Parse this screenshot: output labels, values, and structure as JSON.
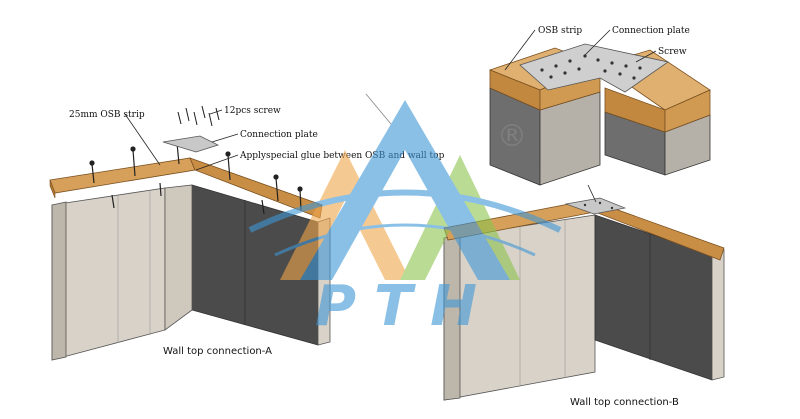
{
  "labels": {
    "osb_strip_a": "25mm OSB strip",
    "screw_a": "12pcs screw",
    "connection_plate_a": "Connection plate",
    "glue_note": "Applyspecial glue between OSB and wall top",
    "caption_a": "Wall top connection-A",
    "osb_strip_b": "OSB strip",
    "connection_plate_b": "Connection plate",
    "screw_b": "Screw",
    "caption_b": "Wall top connection-B"
  },
  "watermark": {
    "text": "PTH",
    "mark": "®",
    "colors": {
      "blue": "#3f97d6",
      "orange": "#f0a64a",
      "green": "#8cc44e"
    }
  },
  "colors": {
    "wood": "#d6a05a",
    "wood_dark": "#b57b35",
    "panel_light": "#d8d2c8",
    "panel_edge": "#bdb6aa",
    "panel_dark": "#4b4b4b",
    "plate": "#c8c8c8"
  }
}
